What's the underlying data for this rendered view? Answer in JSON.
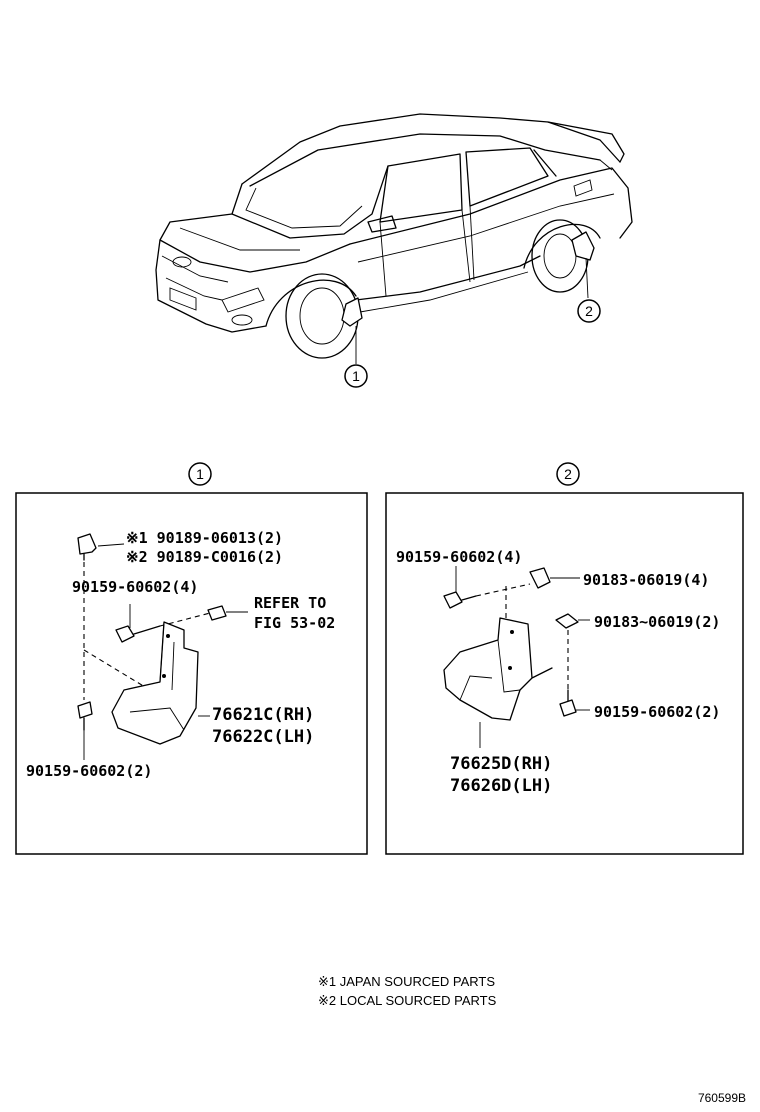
{
  "callouts": {
    "one": "①",
    "two": "②"
  },
  "panel1": {
    "clip_line1": "※1 90189-06013(2)",
    "clip_line2": "※2 90189-C0016(2)",
    "bolt_top": "90159-60602(4)",
    "refer_line1": "REFER TO",
    "refer_line2": "FIG 53-02",
    "part_rh": "76621C(RH)",
    "part_lh": "76622C(LH)",
    "bolt_bottom": "90159-60602(2)"
  },
  "panel2": {
    "bolt_top": "90159-60602(4)",
    "nut_a": "90183-06019(4)",
    "nut_b": "90183~06019(2)",
    "bolt_right": "90159-60602(2)",
    "part_rh": "76625D(RH)",
    "part_lh": "76626D(LH)"
  },
  "notes": {
    "note1": "※1 JAPAN SOURCED PARTS",
    "note2": "※2 LOCAL SOURCED PARTS"
  },
  "figure_id": "760599B"
}
